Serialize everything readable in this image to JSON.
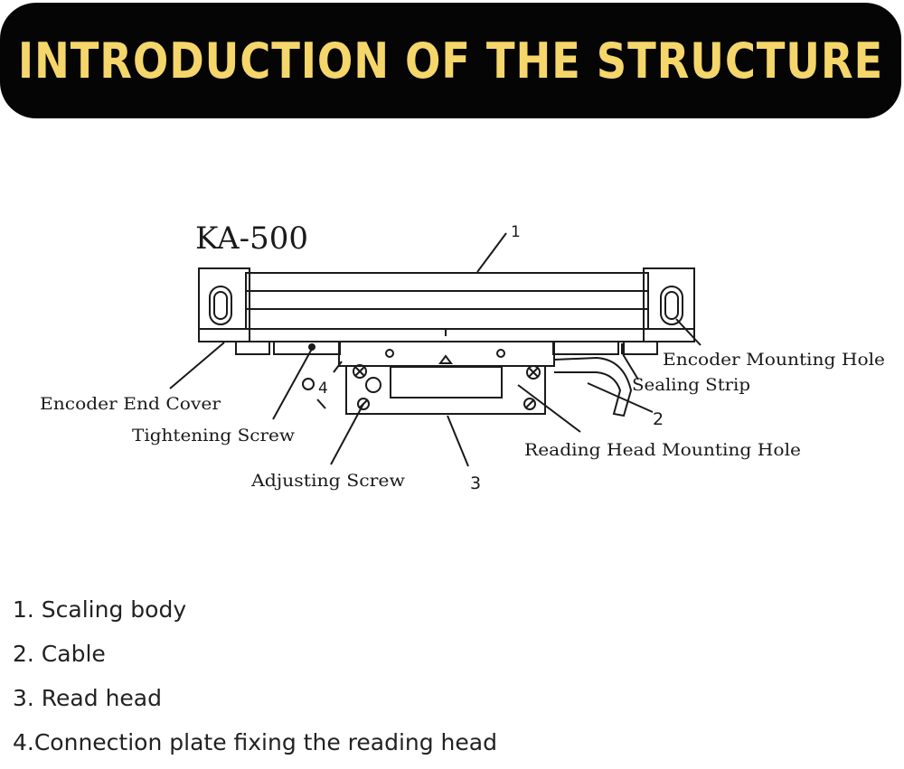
{
  "banner": {
    "title": "INTRODUCTION OF THE STRUCTURE"
  },
  "diagram": {
    "model": "KA-500",
    "callouts": [
      "1",
      "2",
      "3",
      "4"
    ],
    "labels": {
      "encoder_mounting_hole": "Encoder Mounting Hole",
      "sealing_strip": "Sealing Strip",
      "encoder_end_cover": "Encoder End Cover",
      "tightening_screw": "Tightening Screw",
      "reading_head_mounting_hole": "Reading Head Mounting Hole",
      "adjusting_screw": "Adjusting Screw"
    }
  },
  "notes": [
    "1. Scaling body",
    "2. Cable",
    "3. Read head",
    "4.Connection plate fixing the reading head"
  ],
  "colors": {
    "banner_bg": "#050505",
    "banner_text": "#f5d66a",
    "line": "#1a1a1a"
  }
}
